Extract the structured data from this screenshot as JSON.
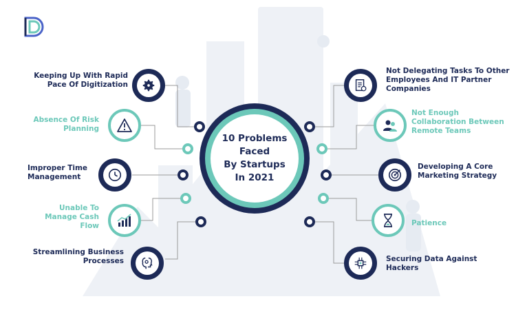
{
  "center": {
    "title_lines": [
      "10 Problems",
      "Faced",
      "By Startups",
      "In 2021"
    ]
  },
  "colors": {
    "navy": "#1d2a57",
    "teal": "#6cc8b9"
  },
  "left_items": [
    {
      "label": "Keeping Up With Rapid Pace Of Digitization",
      "color": "navy",
      "icon": "gear-icon"
    },
    {
      "label": "Absence Of Risk Planning",
      "color": "teal",
      "icon": "warning-icon"
    },
    {
      "label": "Improper Time Management",
      "color": "navy",
      "icon": "clock-icon"
    },
    {
      "label": "Unable To Manage Cash Flow",
      "color": "teal",
      "icon": "money-growth-icon"
    },
    {
      "label": "Streamlining Business Processes",
      "color": "navy",
      "icon": "process-brain-icon"
    }
  ],
  "right_items": [
    {
      "label": "Not Delegating Tasks To Other Employees And IT Partner Companies",
      "color": "navy",
      "icon": "document-checklist-icon"
    },
    {
      "label": "Not Enough Collaboration Between Remote Teams",
      "color": "teal",
      "icon": "team-icon"
    },
    {
      "label": "Developing A Core Marketing Strategy",
      "color": "navy",
      "icon": "target-icon"
    },
    {
      "label": "Patience",
      "color": "teal",
      "icon": "hourglass-icon"
    },
    {
      "label": "Securing Data Against Hackers",
      "color": "navy",
      "icon": "circuit-chip-icon"
    }
  ]
}
